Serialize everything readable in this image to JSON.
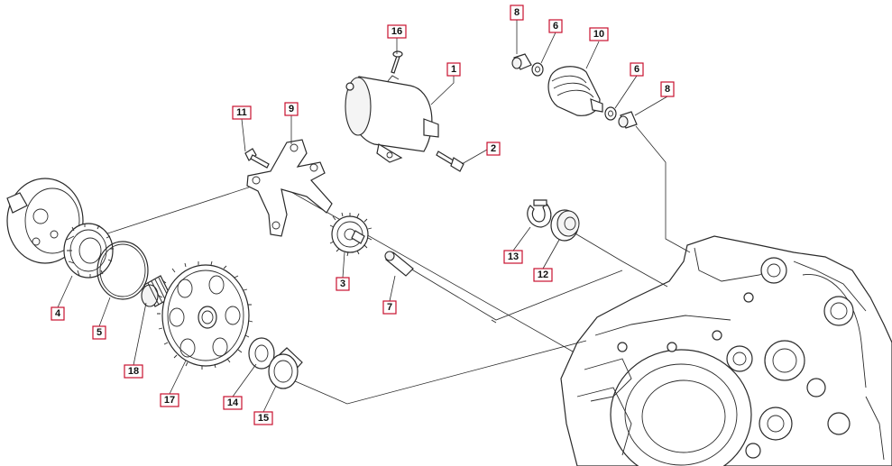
{
  "diagram": {
    "type": "exploded-parts-diagram",
    "accent_color": "#c8102e",
    "line_color": "#2a2a2a",
    "callouts": [
      "1",
      "2",
      "3",
      "4",
      "5",
      "6",
      "6",
      "7",
      "8",
      "8",
      "9",
      "10",
      "11",
      "12",
      "13",
      "14",
      "15",
      "16",
      "17",
      "18"
    ]
  }
}
